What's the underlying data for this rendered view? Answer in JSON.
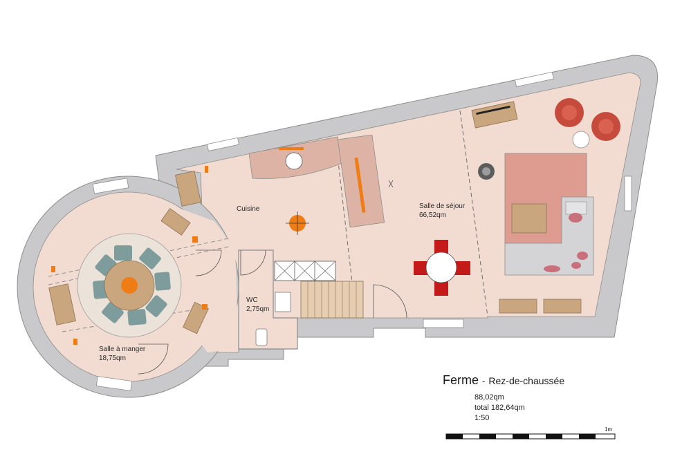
{
  "title": {
    "main": "Ferme",
    "separator": "-",
    "sub": "Rez-de-chaussée"
  },
  "info": {
    "area": "88,02qm",
    "total": "total 182,64qm",
    "scale": "1:50"
  },
  "scale_bar": {
    "label": "1m"
  },
  "rooms": {
    "cuisine": {
      "name": "Cuisine"
    },
    "sejour": {
      "name": "Salle de séjour",
      "area": "66,52qm"
    },
    "wc": {
      "name": "WC",
      "area": "2,75qm"
    },
    "manger": {
      "name": "Salle à manger",
      "area": "18,75qm"
    }
  },
  "colors": {
    "wall": "#c9c9cb",
    "wall_outline": "#8c8c8c",
    "floor": "#f2dcd2",
    "accent_orange": "#ef7d16",
    "chair_teal": "#7f9c9c",
    "table_wood": "#c9a67e",
    "rug_pink": "#de9c91",
    "armchair_red": "#c74b3c",
    "chair_red": "#c51a1a"
  }
}
